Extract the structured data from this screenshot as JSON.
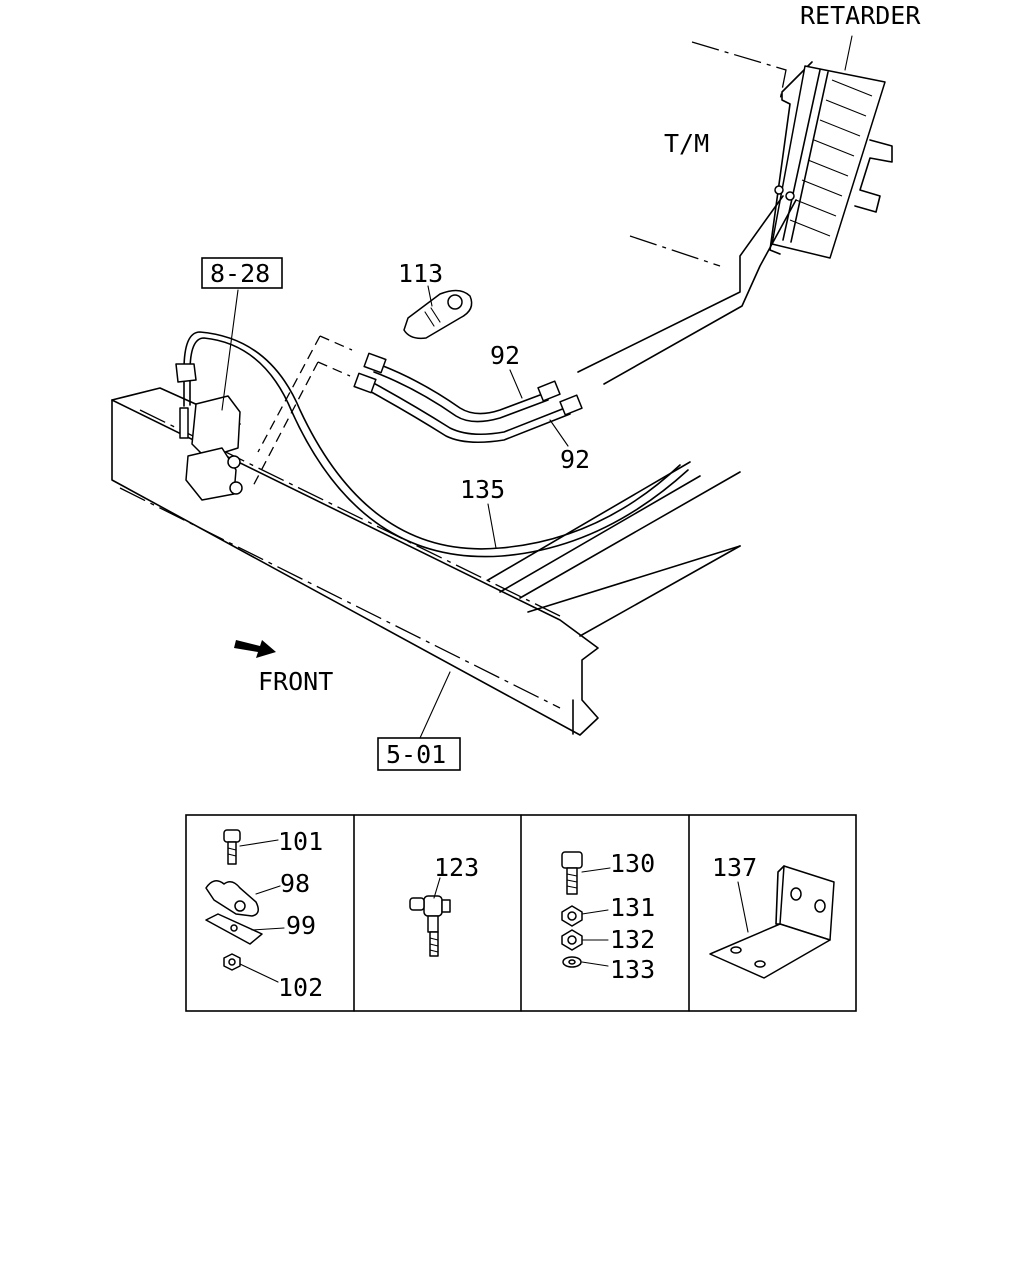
{
  "labels": {
    "retarder": "RETARDER",
    "tm": "T/M",
    "front": "FRONT",
    "ref_8_28": "8-28",
    "ref_5_01": "5-01",
    "p113": "113",
    "p92a": "92",
    "p92b": "92",
    "p135": "135",
    "p101": "101",
    "p98": "98",
    "p99": "99",
    "p102": "102",
    "p123": "123",
    "p130": "130",
    "p131": "131",
    "p132": "132",
    "p133": "133",
    "p137": "137"
  }
}
